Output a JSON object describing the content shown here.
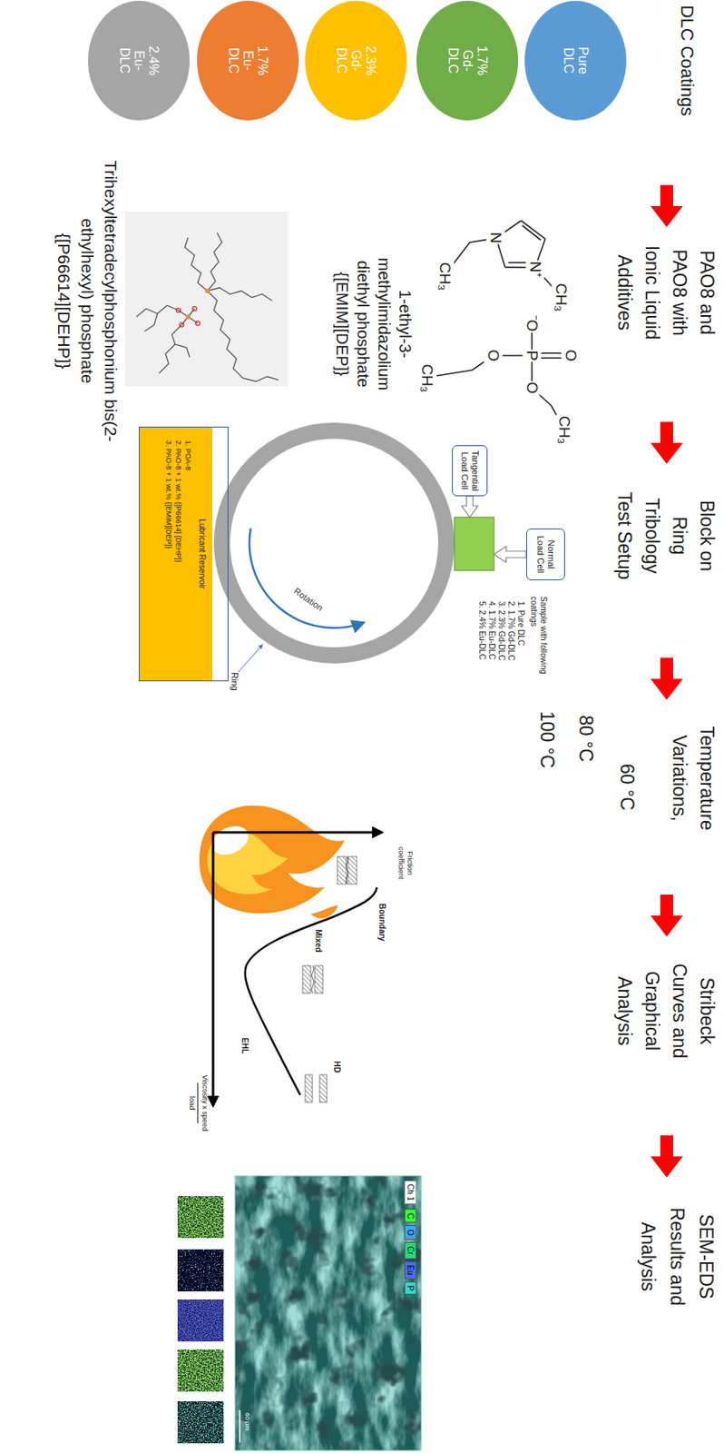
{
  "diagram": {
    "nodes": [
      {
        "text": [
          "Pure DLC"
        ]
      },
      {
        "text": [
          "1.7% Gd-DLC"
        ]
      },
      {
        "text": [
          "2.3% Gd-DLC"
        ]
      },
      {
        "text": [
          "1.7% Eu-DLC"
        ]
      },
      {
        "text": [
          "2.4% Eu-DLC"
        ]
      },
      {
        "text": [
          "Normal Load Cell"
        ]
      },
      {
        "text": [
          "Tangential Load Cell"
        ]
      },
      {
        "text": [
          "Lubricant Reservoir",
          "1. POA-8",
          "2. PAO-8 + 1 wt.% {[P66614] [DEHP]}",
          "3. PAO-8 + 1 wt.% {[EMIM][DEP]}"
        ]
      }
    ],
    "labels": [
      "DLC Coatings",
      "PAO8 and PAO8 with Ionic Liquid Additives",
      "Block on Ring Tribology Test Setup",
      "Temperature Variations,",
      "60 °C",
      "80 °C",
      "100 °C",
      "Stribeck Curves and Graphical Analysis",
      "SEM-EDS Results and Analysis",
      "CH₃",
      "N⁺",
      "N",
      "CH₃",
      "O",
      "⁻O",
      "P",
      "O",
      "CH₃",
      "O",
      "CH₃",
      "1-ethyl-3- methylimidazolium diethyl phosphate",
      "{[EMIM][DEP]}",
      "Trihexyltetradecylphosphonium bis(2-ethylhexyl) phosphate",
      "{[P66614][DEHP]}",
      "Sample with following coatings",
      "1. Pure DLC",
      "2. 1.7% Gd-DLC",
      "3. 2.3% Gd-DLC",
      "4. 1.7% Eu-DLC",
      "5. 2.4% Eu-DLC",
      "Rotation",
      "Ring",
      "Friction coefficient",
      "Boundary",
      "Mixed",
      "EHL",
      "HD",
      "Viscosity x speed",
      "load",
      "Ch 1",
      "60 µm"
    ],
    "legend": [
      {
        "text": "C",
        "color": "#33ff33"
      },
      {
        "text": "O",
        "color": "#3da5ff"
      },
      {
        "text": "Cr",
        "color": "#22dd77"
      },
      {
        "text": "Eu",
        "color": "#4a6cff"
      },
      {
        "text": "P",
        "color": "#33d6d6"
      }
    ]
  }
}
